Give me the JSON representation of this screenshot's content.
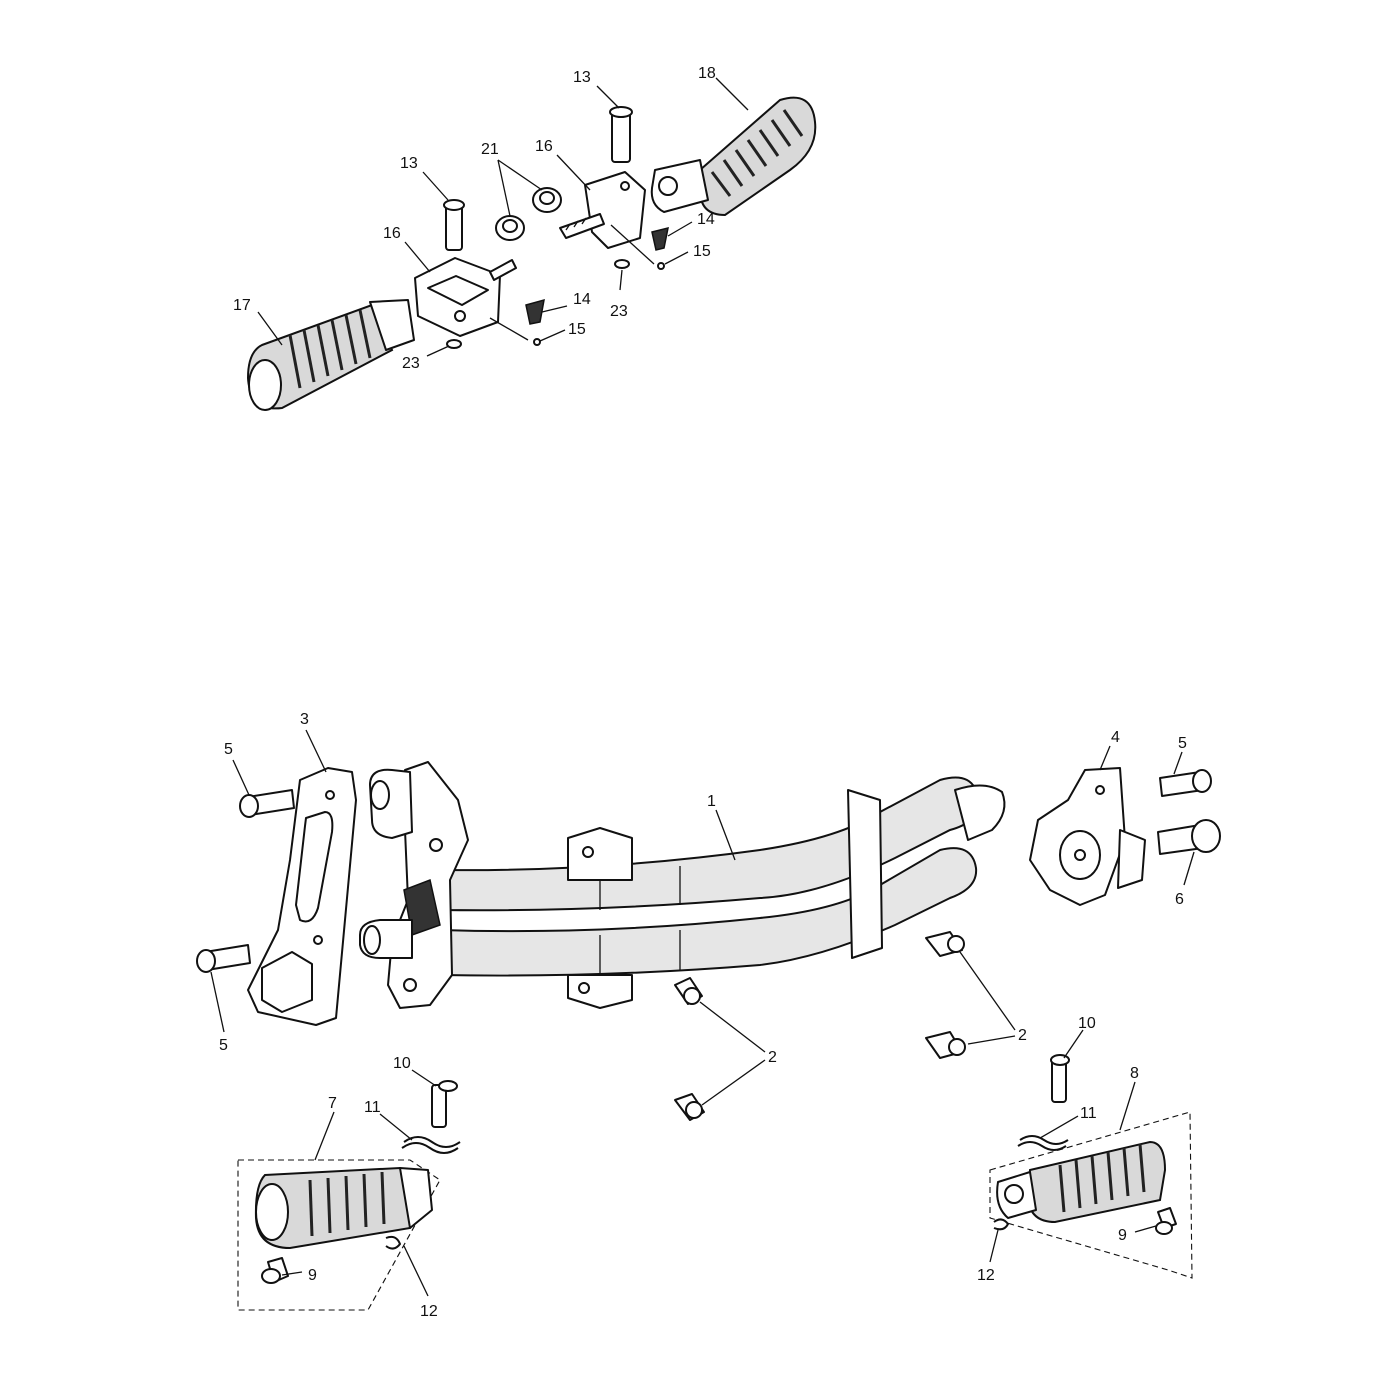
{
  "callouts": {
    "c13a": "13",
    "c18": "18",
    "c13b": "13",
    "c21": "21",
    "c16a": "16",
    "c14a": "14",
    "c15a": "15",
    "c16b": "16",
    "c23a": "23",
    "c17": "17",
    "c14b": "14",
    "c15b": "15",
    "c23b": "23",
    "c3": "3",
    "c5a": "5",
    "c1": "1",
    "c4": "4",
    "c5b": "5",
    "c6": "6",
    "c5c": "5",
    "c2a": "2",
    "c2b": "2",
    "c10a": "10",
    "c10b": "10",
    "c7": "7",
    "c11a": "11",
    "c8": "8",
    "c11b": "11",
    "c9a": "9",
    "c9b": "9",
    "c12a": "12",
    "c12b": "12"
  }
}
